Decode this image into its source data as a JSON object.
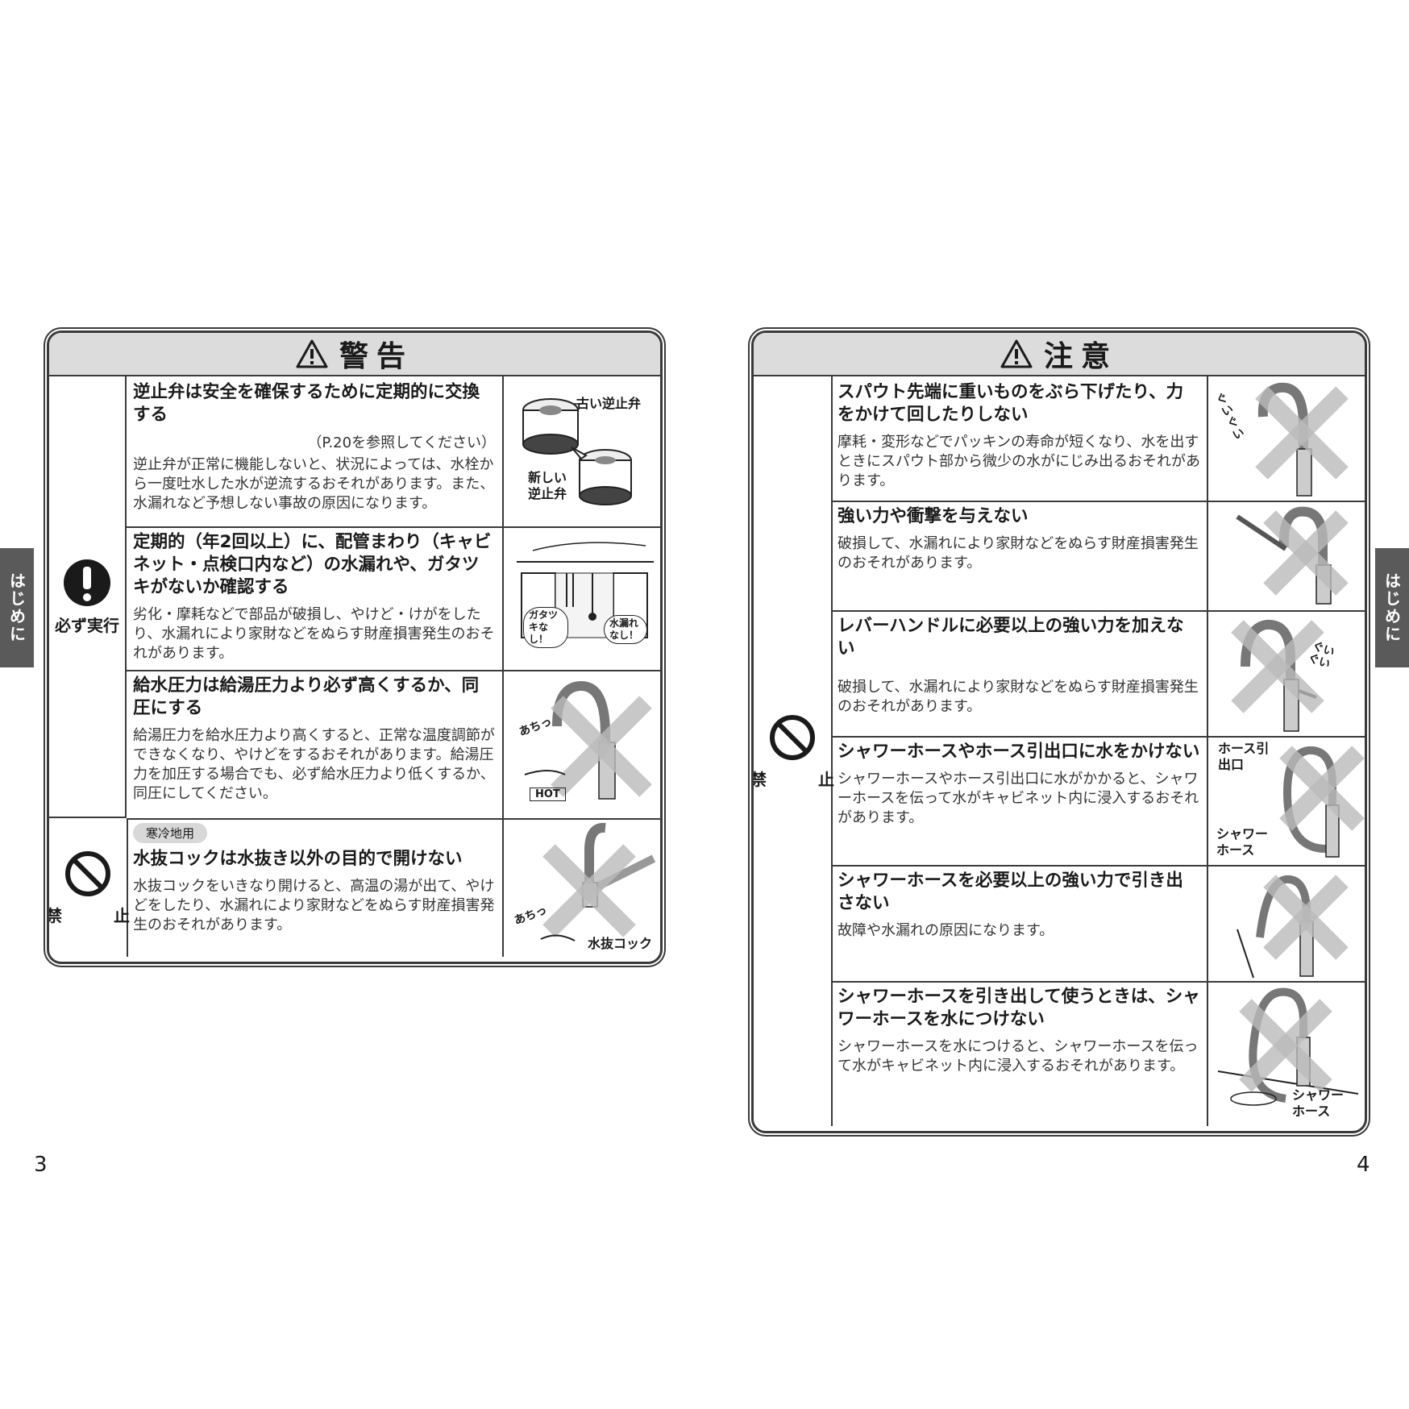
{
  "side_tab": "はじめに",
  "page_numbers": {
    "left": "3",
    "right": "4"
  },
  "warning": {
    "title": "警告",
    "cat_mandatory": "必ず実行",
    "cat_prohibit": "禁　止",
    "rows": [
      {
        "heading": "逆止弁は安全を確保するために定期的に交換する",
        "ref": "（P.20を参照してください）",
        "body": "逆止弁が正常に機能しないと、状況によっては、水栓から一度吐水した水が逆流するおそれがあります。また、水漏れなど予想しない事故の原因になります。",
        "cap_old": "古い逆止弁",
        "cap_new": "新しい逆止弁"
      },
      {
        "heading": "定期的（年2回以上）に、配管まわり（キャビネット・点検口内など）の水漏れや、ガタツキがないか確認する",
        "body": "劣化・摩耗などで部品が破損し、やけど・けがをしたり、水漏れにより家財などをぬらす財産損害発生のおそれがあります。",
        "cap_a": "ガタツキなし！",
        "cap_b": "水漏れなし！"
      },
      {
        "heading": "給水圧力は給湯圧力より必ず高くするか、同圧にする",
        "body": "給湯圧力を給水圧力より高くすると、正常な温度調節ができなくなり、やけどをするおそれがあります。給湯圧力を加圧する場合でも、必ず給水圧力より低くするか、同圧にしてください。",
        "cap_a": "あちっ",
        "cap_b": "HOT"
      },
      {
        "tag": "寒冷地用",
        "heading": "水抜コックは水抜き以外の目的で開けない",
        "body": "水抜コックをいきなり開けると、高温の湯が出て、やけどをしたり、水漏れにより家財などをぬらす財産損害発生のおそれがあります。",
        "cap_a": "あちっ",
        "cap_b": "水抜コック"
      }
    ]
  },
  "caution": {
    "title": "注意",
    "cat_prohibit": "禁　止",
    "rows": [
      {
        "heading": "スパウト先端に重いものをぶら下げたり、力をかけて回したりしない",
        "body": "摩耗・変形などでパッキンの寿命が短くなり、水を出すときにスパウト部から微少の水がにじみ出るおそれがあります。",
        "cap_a": "ぐい ぐい"
      },
      {
        "heading": "強い力や衝撃を与えない",
        "body": "破損して、水漏れにより家財などをぬらす財産損害発生のおそれがあります。"
      },
      {
        "heading": "レバーハンドルに必要以上の強い力を加えない",
        "body": "破損して、水漏れにより家財などをぬらす財産損害発生のおそれがあります。",
        "cap_a": "ぐい ぐい"
      },
      {
        "heading": "シャワーホースやホース引出口に水をかけない",
        "body": "シャワーホースやホース引出口に水がかかると、シャワーホースを伝って水がキャビネット内に浸入するおそれがあります。",
        "cap_a": "ホース引出口",
        "cap_b": "シャワーホース"
      },
      {
        "heading": "シャワーホースを必要以上の強い力で引き出さない",
        "body": "故障や水漏れの原因になります。"
      },
      {
        "heading": "シャワーホースを引き出して使うときは、シャワーホースを水につけない",
        "body": "シャワーホースを水につけると、シャワーホースを伝って水がキャビネット内に浸入するおそれがあります。",
        "cap_a": "シャワーホース"
      }
    ]
  }
}
